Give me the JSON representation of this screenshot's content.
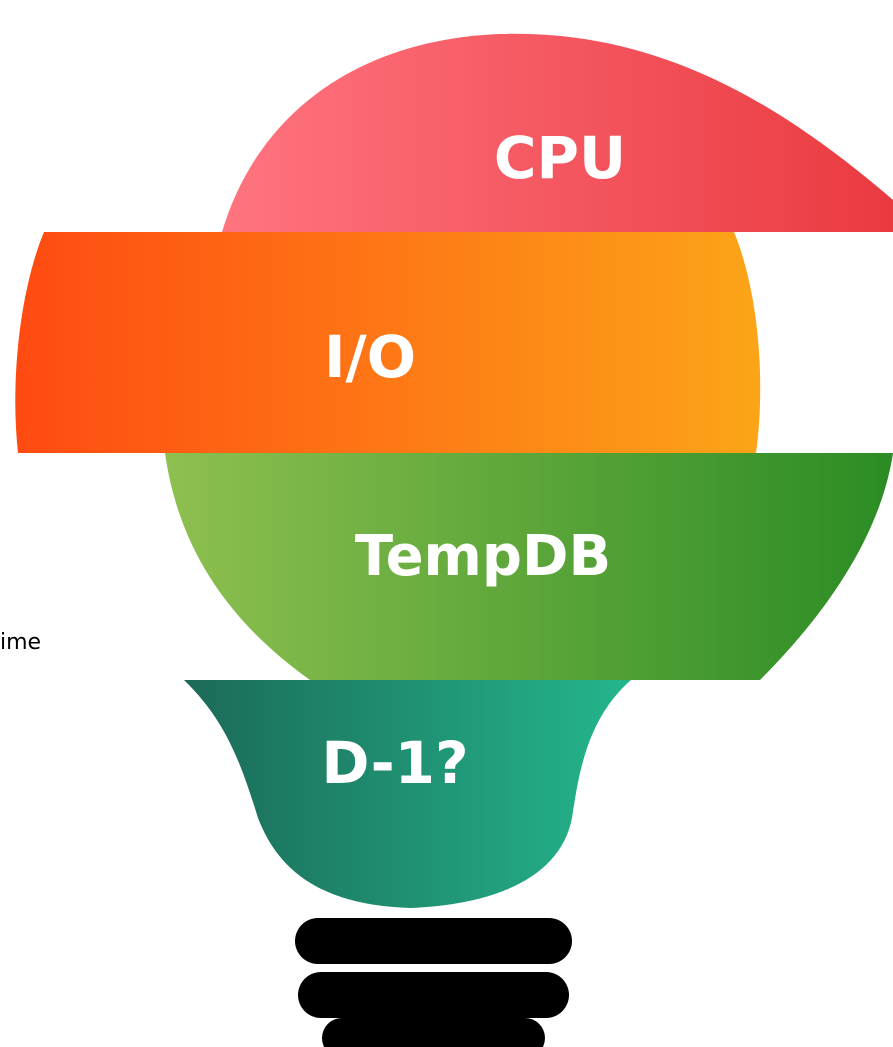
{
  "diagram": {
    "bands": [
      {
        "id": "cpu",
        "label": "CPU",
        "colors": [
          "#ff7480",
          "#ea3a40"
        ]
      },
      {
        "id": "io",
        "label": "I/O",
        "colors": [
          "#ff4a12",
          "#fca518"
        ]
      },
      {
        "id": "tempdb",
        "label": "TempDB",
        "colors": [
          "#8ec050",
          "#2b8c24"
        ]
      },
      {
        "id": "d1",
        "label": "D-1?",
        "colors": [
          "#1b6a58",
          "#24b68c"
        ]
      }
    ],
    "side_text": "ime",
    "base_color": "#000000"
  }
}
